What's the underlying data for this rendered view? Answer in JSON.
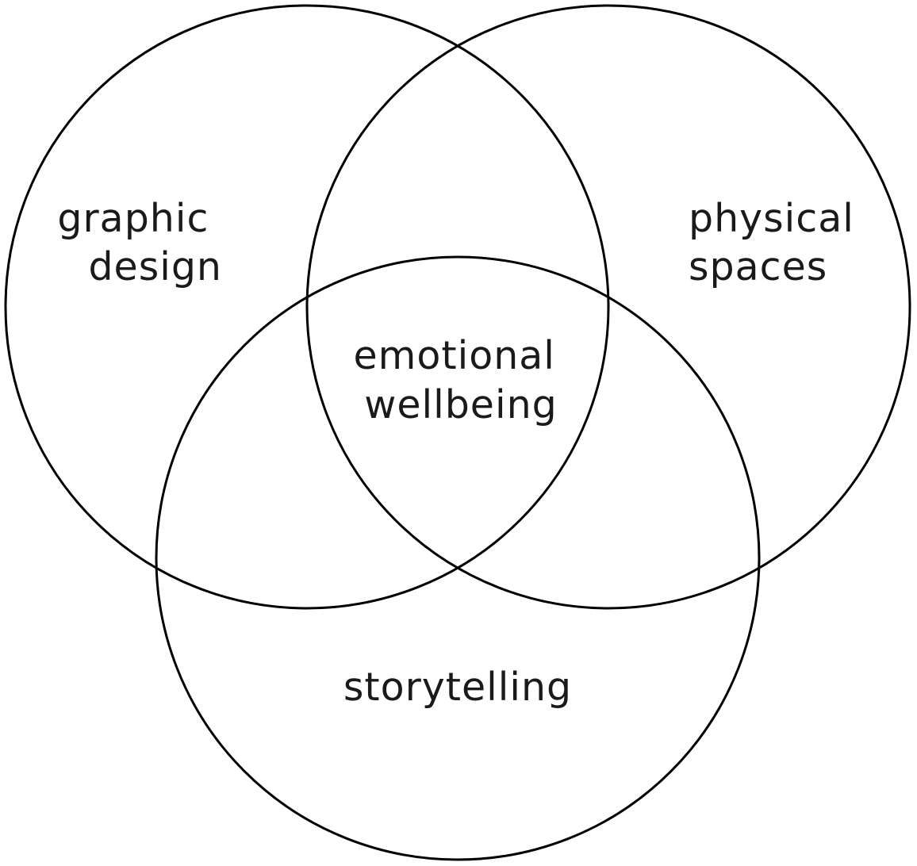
{
  "diagram": {
    "sets": [
      {
        "id": "graphic-design",
        "lines": [
          "graphic",
          "design"
        ]
      },
      {
        "id": "physical-spaces",
        "lines": [
          "physical",
          "spaces"
        ]
      },
      {
        "id": "storytelling",
        "lines": [
          "storytelling"
        ]
      }
    ],
    "center": {
      "id": "emotional-wellbeing",
      "lines": [
        "emotional",
        "wellbeing"
      ]
    }
  },
  "colors": {
    "stroke": "#000000",
    "text": "#1a1a1a",
    "background": "#ffffff"
  }
}
